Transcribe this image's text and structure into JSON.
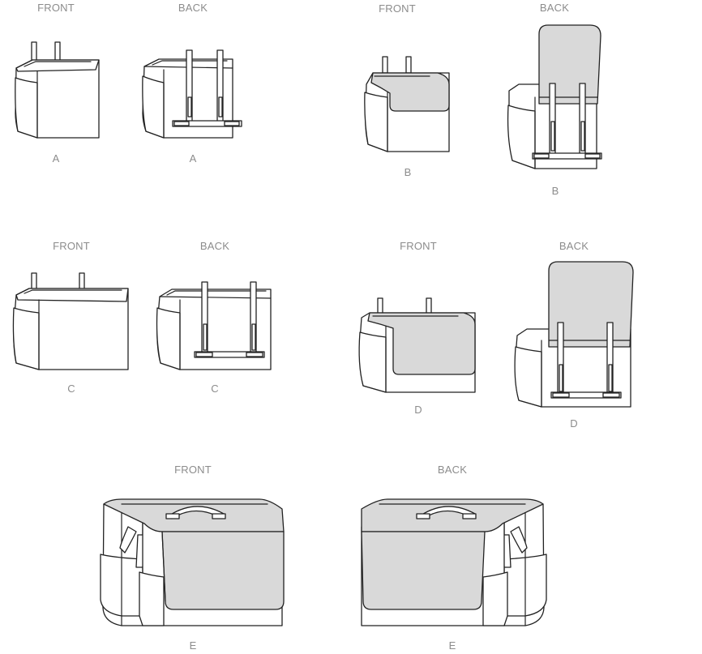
{
  "labels": {
    "front": "FRONT",
    "back": "BACK"
  },
  "views": {
    "A": "A",
    "B": "B",
    "C": "C",
    "D": "D",
    "E": "E"
  },
  "colors": {
    "outline": "#222222",
    "flap_fill": "#d9d9d9",
    "label_text": "#8c8c8c"
  }
}
